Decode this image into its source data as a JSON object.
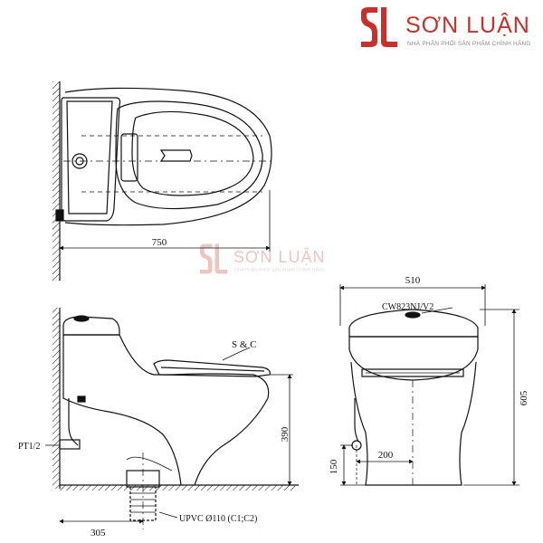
{
  "brand": {
    "name": "SƠN LUẬN",
    "tagline": "NHÀ PHÂN PHỐI SẢN PHẨM CHÍNH HÃNG"
  },
  "watermark": {
    "name": "SƠN LUẬN",
    "tagline": "NHÀ PHÂN PHỐI SẢN PHẨM CHÍNH HÃNG"
  },
  "top_view": {
    "length_label": "750"
  },
  "side_view": {
    "seat_label": "S & C",
    "supply_label": "PT1/2",
    "outlet_label": "UPVC Ø110 (C1;C2)",
    "rough_in_label": "305",
    "seat_height_label": "390"
  },
  "front_view": {
    "model_label": "CW823NJ/V2",
    "width_label": "510",
    "height_label": "605",
    "valve_height_label": "150",
    "valve_offset_label": "200"
  },
  "colors": {
    "brand_red": "#c9302c",
    "line": "#111111"
  }
}
